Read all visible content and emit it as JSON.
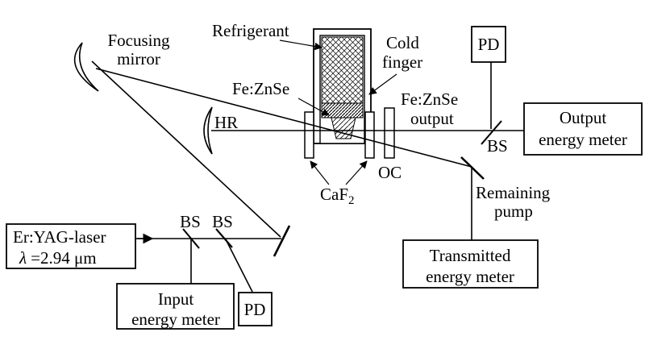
{
  "figure": {
    "background": "#ffffff",
    "ink": "#000000",
    "labels": {
      "focusing_mirror": {
        "line1": "Focusing",
        "line2": "mirror"
      },
      "refrigerant": "Refrigerant",
      "cold_finger": {
        "line1": "Cold",
        "line2": "finger"
      },
      "gain_crystal": "Fe:ZnSe",
      "hr": "HR",
      "output_beam": {
        "line1": "Fe:ZnSe",
        "line2": "output"
      },
      "pd_top": "PD",
      "bs_output": "BS",
      "output_meter": {
        "line1": "Output",
        "line2": "energy meter"
      },
      "oc": "OC",
      "caf2": {
        "base": "CaF",
        "sub": "2"
      },
      "remaining_pump": {
        "line1": "Remaining",
        "line2": "pump"
      },
      "transmitted_meter": {
        "line1": "Transmitted",
        "line2": "energy meter"
      },
      "pump_laser": {
        "line1": "Er:YAG-laser",
        "lambda": "λ",
        "wavelength": "=2.94 μm"
      },
      "bs1": "BS",
      "bs2": "BS",
      "input_meter": {
        "line1": "Input",
        "line2": "energy meter"
      },
      "pd_bottom": "PD"
    }
  }
}
